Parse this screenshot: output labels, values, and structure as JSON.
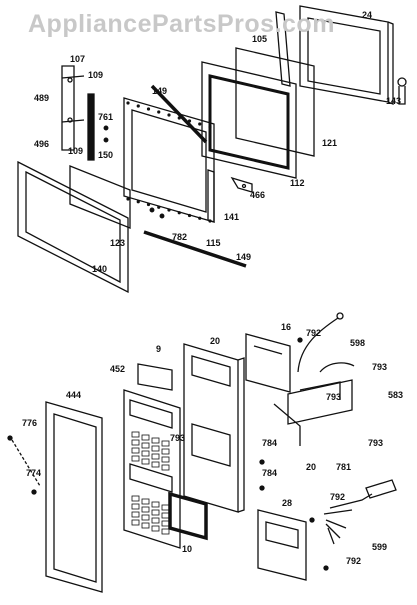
{
  "watermark": "AppliancePartsPros.com",
  "callouts_top": [
    "107",
    "109",
    "489",
    "496",
    "109",
    "761",
    "150",
    "149",
    "105",
    "24",
    "143",
    "121",
    "112",
    "466",
    "141",
    "782",
    "115",
    "123",
    "140",
    "149"
  ],
  "callouts_bottom": [
    "16",
    "792",
    "598",
    "793",
    "583",
    "793",
    "793",
    "781",
    "20",
    "9",
    "20",
    "452",
    "444",
    "776",
    "774",
    "793",
    "784",
    "784",
    "28",
    "792",
    "599",
    "792",
    "10"
  ]
}
